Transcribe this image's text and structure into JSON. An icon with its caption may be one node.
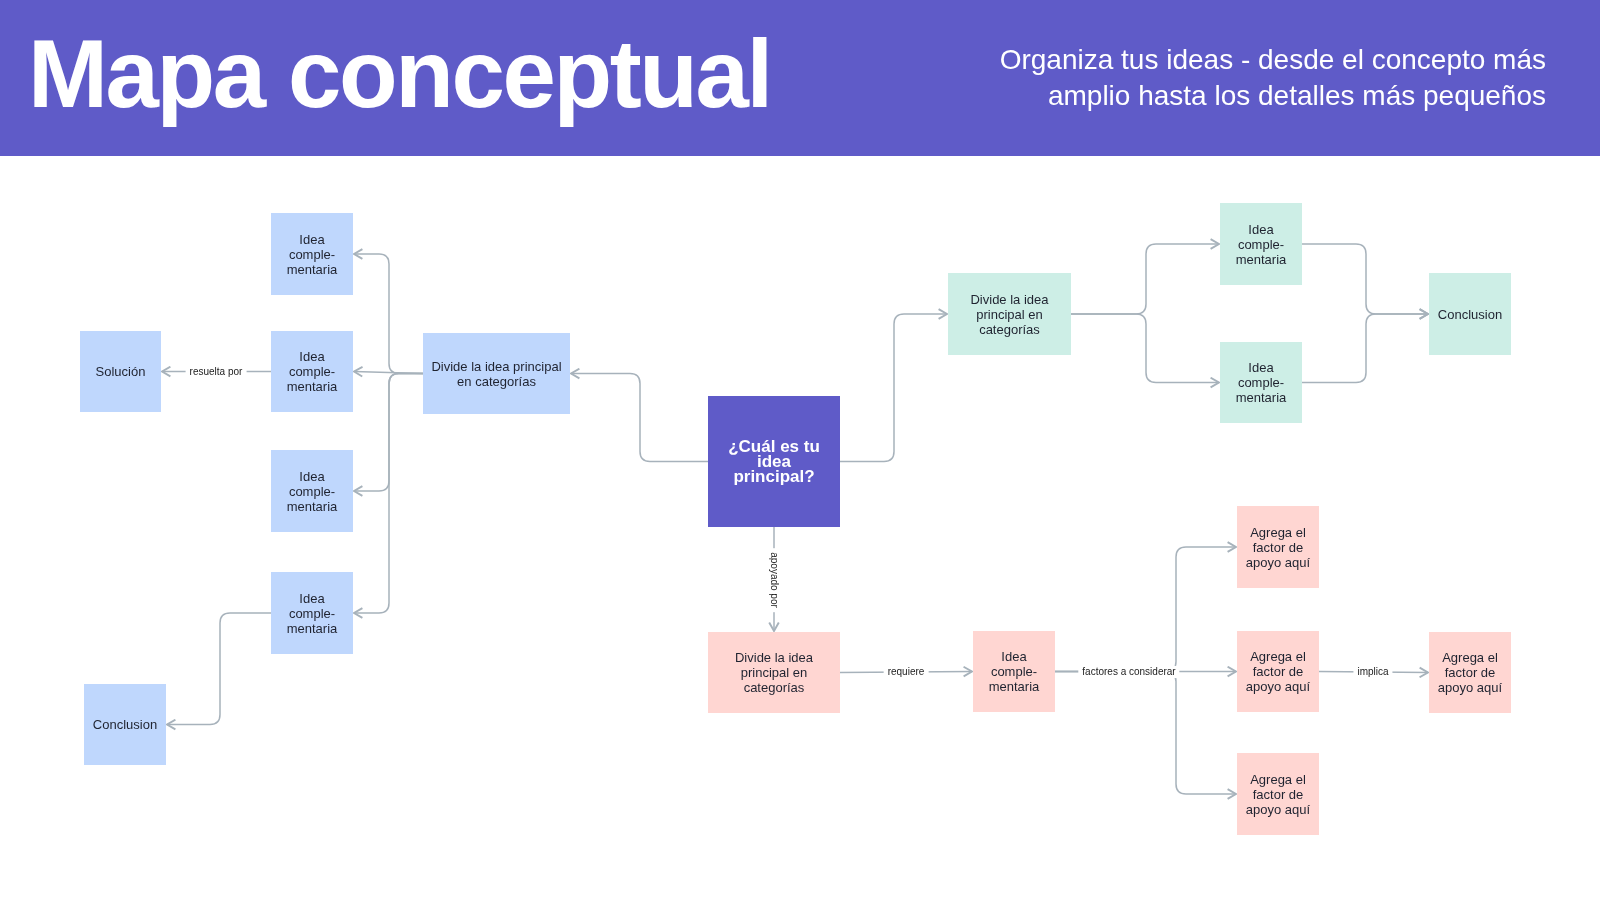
{
  "diagram": {
    "title": "Mapa conceptual",
    "caption": "Organiza tus ideas - desde el concepto más amplio hasta los detalles más pequeños",
    "nodes": [
      {
        "text": [
          "¿Cuál es tu idea principal?"
        ]
      },
      {
        "text": [
          "Divide la idea principal en categorías"
        ]
      },
      {
        "text": [
          "Idea comple- mentaria"
        ]
      },
      {
        "text": [
          "Idea comple- mentaria"
        ]
      },
      {
        "text": [
          "Solución"
        ]
      },
      {
        "text": [
          "Idea comple- mentaria"
        ]
      },
      {
        "text": [
          "Idea comple- mentaria"
        ]
      },
      {
        "text": [
          "Conclusion"
        ]
      },
      {
        "text": [
          "Divide la idea principal en categorías"
        ]
      },
      {
        "text": [
          "Idea comple- mentaria"
        ]
      },
      {
        "text": [
          "Idea comple- mentaria"
        ]
      },
      {
        "text": [
          "Conclusion"
        ]
      },
      {
        "text": [
          "Divide la idea principal en categorías"
        ]
      },
      {
        "text": [
          "Idea comple- mentaria"
        ]
      },
      {
        "text": [
          "Agrega el factor de apoyo aquí"
        ]
      },
      {
        "text": [
          "Agrega el factor de apoyo aquí"
        ]
      },
      {
        "text": [
          "Agrega el factor de apoyo aquí"
        ]
      },
      {
        "text": [
          "Agrega el factor de apoyo aquí"
        ]
      }
    ],
    "edges": [
      {
        "from": 0,
        "to": 1,
        "arrow": "to"
      },
      {
        "from": 1,
        "to": 2,
        "arrow": "to"
      },
      {
        "from": 1,
        "to": 3,
        "arrow": "to"
      },
      {
        "from": 1,
        "to": 5,
        "arrow": "to"
      },
      {
        "from": 1,
        "to": 6,
        "arrow": "to"
      },
      {
        "from": 3,
        "to": 4,
        "arrow": "to",
        "label": "resuelta por"
      },
      {
        "from": 6,
        "to": 7,
        "arrow": "to"
      },
      {
        "from": 0,
        "to": 8,
        "arrow": "to"
      },
      {
        "from": 8,
        "to": 9,
        "arrow": "to"
      },
      {
        "from": 8,
        "to": 10,
        "arrow": "to"
      },
      {
        "from": 9,
        "to": 11,
        "arrow": "to"
      },
      {
        "from": 10,
        "to": 11,
        "arrow": "to"
      },
      {
        "from": 0,
        "to": 12,
        "arrow": "to",
        "label": "apoyado por"
      },
      {
        "from": 12,
        "to": 13,
        "arrow": "to",
        "label": "requiere"
      },
      {
        "from": 13,
        "to": 14,
        "arrow": "to"
      },
      {
        "from": 13,
        "to": 15,
        "arrow": "to",
        "label": "factores a considerar"
      },
      {
        "from": 13,
        "to": 17,
        "arrow": "to"
      },
      {
        "from": 15,
        "to": 16,
        "arrow": "to",
        "label": "implica"
      }
    ]
  }
}
